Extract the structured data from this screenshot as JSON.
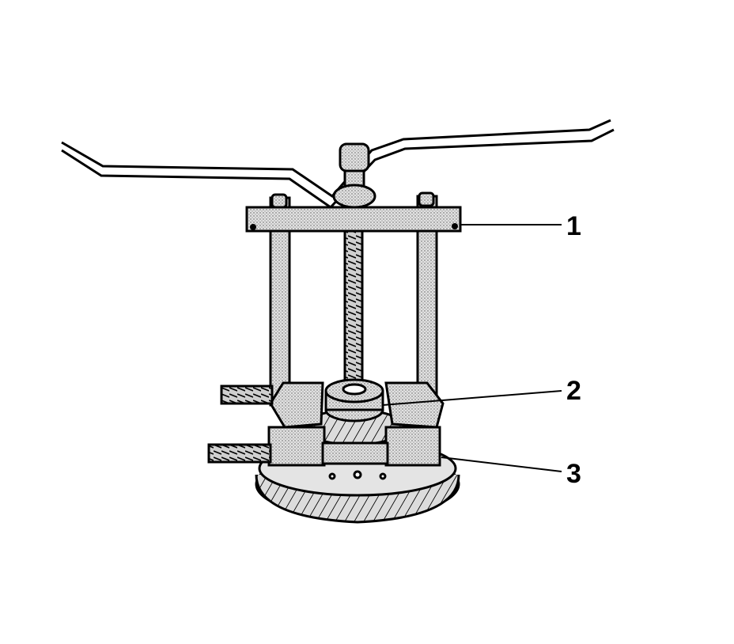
{
  "callouts": [
    {
      "number": "1",
      "part": "puller-crossbar"
    },
    {
      "number": "2",
      "part": "bearing-adapter"
    },
    {
      "number": "3",
      "part": "bearing-puller"
    }
  ],
  "colors": {
    "line": "#000000",
    "fill": "#d6d6d6",
    "background": "#ffffff"
  }
}
